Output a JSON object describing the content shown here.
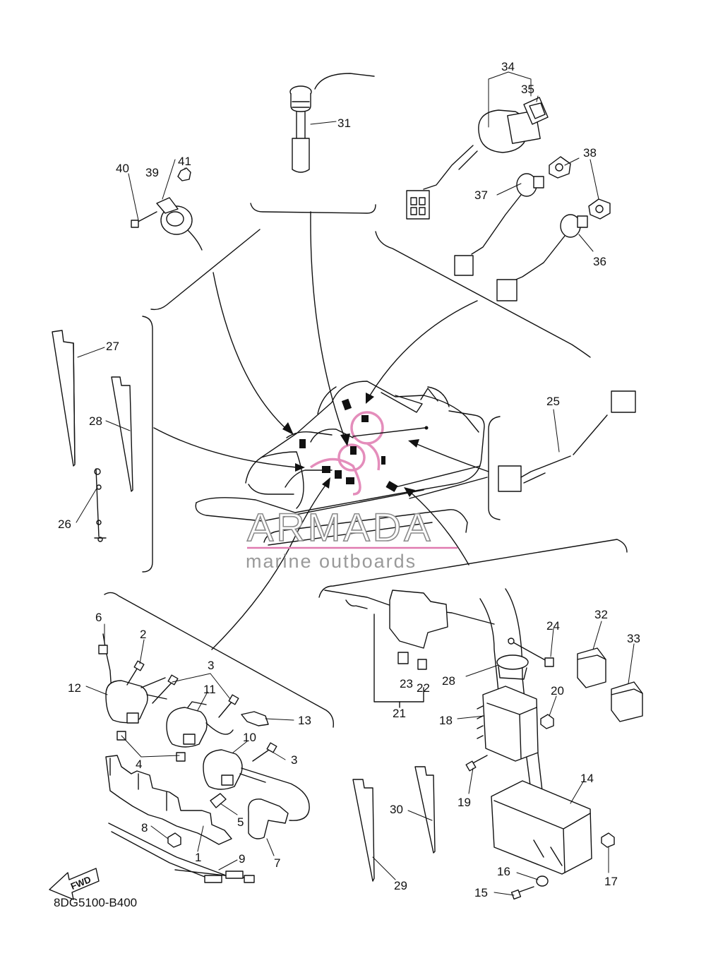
{
  "diagram_code": "8DG5100-B400",
  "fwd_label": "FWD",
  "watermark": {
    "brand": "ARMADA",
    "tagline": "marine outboards",
    "accent": "#e07ab0",
    "gray": "#8a8a8a"
  },
  "callouts": [
    "1",
    "2",
    "3",
    "3",
    "4",
    "5",
    "6",
    "7",
    "8",
    "9",
    "10",
    "11",
    "12",
    "13",
    "14",
    "15",
    "16",
    "17",
    "18",
    "19",
    "20",
    "21",
    "22",
    "23",
    "24",
    "25",
    "26",
    "27",
    "28",
    "28",
    "29",
    "30",
    "31",
    "32",
    "33",
    "34",
    "35",
    "36",
    "37",
    "38",
    "39",
    "40",
    "41"
  ]
}
